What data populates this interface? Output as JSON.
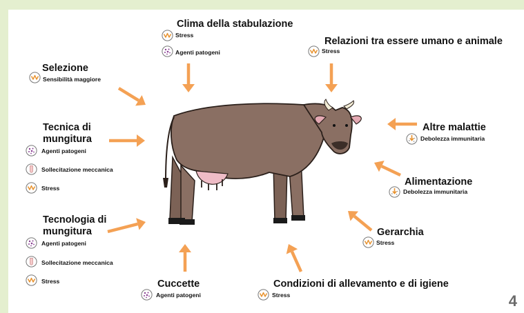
{
  "arrow_color": "#f4a154",
  "cow_color": "#8a6f63",
  "factors": {
    "clima": {
      "title": "Clima della stabulazione",
      "items": [
        {
          "icon": "stress-icon",
          "label": "Stress"
        },
        {
          "icon": "pathogen-icon",
          "label": "Agenti patogeni"
        }
      ]
    },
    "relazioni": {
      "title": "Relazioni tra essere umano e animale",
      "items": [
        {
          "icon": "stress-icon",
          "label": "Stress"
        }
      ]
    },
    "selezione": {
      "title": "Selezione",
      "items": [
        {
          "icon": "stress-icon",
          "label": "Sensibilità maggiore"
        }
      ]
    },
    "tecnica": {
      "title_line1": "Tecnica di",
      "title_line2": "mungitura",
      "items": [
        {
          "icon": "pathogen-icon",
          "label": "Agenti patogeni"
        },
        {
          "icon": "teat-icon",
          "label": "Sollecitazione meccanica"
        },
        {
          "icon": "stress-icon",
          "label": "Stress"
        }
      ]
    },
    "tecnologia": {
      "title_line1": "Tecnologia di",
      "title_line2": "mungitura",
      "items": [
        {
          "icon": "pathogen-icon",
          "label": "Agenti patogeni"
        },
        {
          "icon": "teat-icon",
          "label": "Sollecitazione meccanica"
        },
        {
          "icon": "stress-icon",
          "label": "Stress"
        }
      ]
    },
    "cuccette": {
      "title": "Cuccette",
      "items": [
        {
          "icon": "pathogen-icon",
          "label": "Agenti patogeni"
        }
      ]
    },
    "condizioni": {
      "title": "Condizioni di allevamento e di igiene",
      "items": [
        {
          "icon": "stress-icon",
          "label": "Stress"
        }
      ]
    },
    "gerarchia": {
      "title": "Gerarchia",
      "items": [
        {
          "icon": "stress-icon",
          "label": "Stress"
        }
      ]
    },
    "alimentazione": {
      "title": "Alimentazione",
      "items": [
        {
          "icon": "weakness-icon",
          "label": "Debolezza immunitaria"
        }
      ]
    },
    "altre": {
      "title": "Altre malattie",
      "items": [
        {
          "icon": "weakness-icon",
          "label": "Debolezza immunitaria"
        }
      ]
    }
  },
  "page_number": "4"
}
